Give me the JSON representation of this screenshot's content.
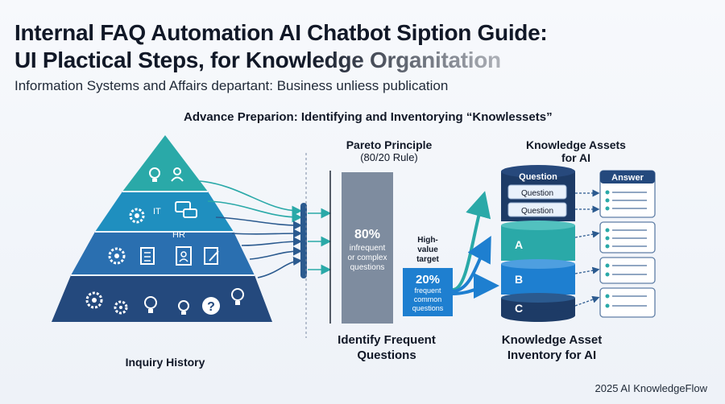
{
  "header": {
    "title_line1": "Internal FAQ Automation AI Chatbot Siption Guide:",
    "title_line2": "UI Plactical Steps, for Knowledge Organitation",
    "subtitle": "Information Systems and Affairs departant: Business unliess publication"
  },
  "section": {
    "title": "Advance Preparion: Identifying and Inventorying “Knowlessets”"
  },
  "pyramid": {
    "label": "Inquiry History",
    "tags": [
      "IT",
      "HR"
    ],
    "colors": [
      "#2aa9a8",
      "#1f8fbf",
      "#2a6fb0",
      "#24497d"
    ]
  },
  "pareto": {
    "title": "Pareto Principle",
    "subtitle": "(80/20 Rule)",
    "big_pct": "80%",
    "big_desc": [
      "infrequent",
      "or complex",
      "questions"
    ],
    "small_pct": "20%",
    "small_desc": [
      "frequent",
      "common",
      "questions"
    ],
    "callout": [
      "High-",
      "value",
      "target"
    ],
    "label_line1": "Identify Frequent",
    "label_line2": "Questions"
  },
  "assets": {
    "title_line1": "Knowledge Assets",
    "title_line2": "for AI",
    "header": "Question",
    "question_1": "Question",
    "question_2": "Question",
    "segments": [
      "A",
      "B",
      "C"
    ],
    "answer_header": "Answer",
    "label_line1": "Knowledge Asset",
    "label_line2": "Inventory for AI"
  },
  "footer": {
    "text": "2025 AI KnowledgeFlow"
  }
}
